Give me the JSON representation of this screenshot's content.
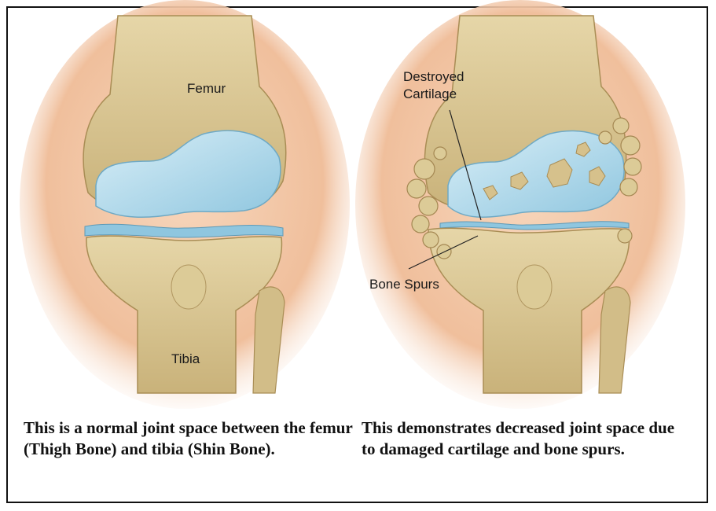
{
  "normal_knee": {
    "label_upper": "Femur",
    "label_lower": "Tibia",
    "caption": "This is a normal joint space between the femur (Thigh Bone) and tibia (Shin Bone)."
  },
  "arthritic_knee": {
    "label_cartilage_line1": "Destroyed",
    "label_cartilage_line2": "Cartilage",
    "label_spurs": "Bone Spurs",
    "caption": "This demonstrates decreased joint space due to damaged cartilage and bone spurs."
  },
  "colors": {
    "skin": "#f2c7a6",
    "bone": "#d7c38f",
    "bone_shadow": "#b89e66",
    "cartilage": "#a9d6ea",
    "border": "#111111"
  }
}
